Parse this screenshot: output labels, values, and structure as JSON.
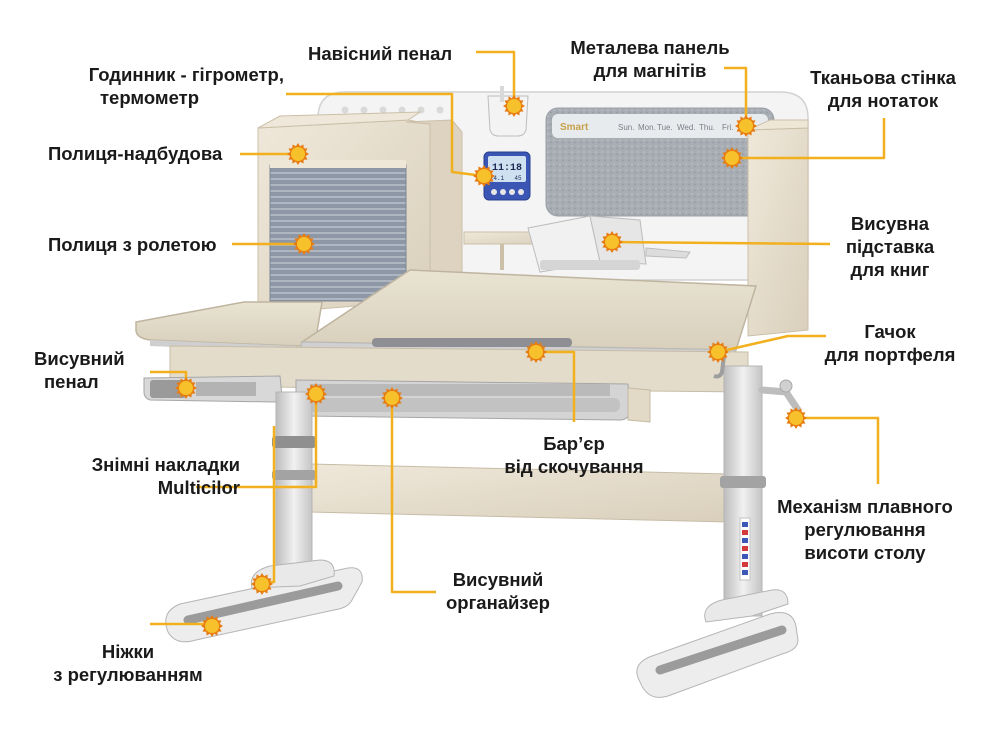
{
  "annotations": {
    "pencil_hanging": [
      "Навісний пенал"
    ],
    "magnet_panel": [
      "Металева панель",
      "для магнітів"
    ],
    "clock": [
      "Годинник - гігрометр,",
      "термометр"
    ],
    "fabric_wall": [
      "Тканьова стінка",
      "для нотаток"
    ],
    "shelf_top": [
      "Полиця-надбудова"
    ],
    "shelf_roller": [
      "Полиця з ролетою"
    ],
    "book_stand": [
      "Висувна",
      "підставка",
      "для книг"
    ],
    "bag_hook": [
      "Гачок",
      "для портфеля"
    ],
    "pencil_drawer": [
      "Висувний",
      "пенал"
    ],
    "anti_roll": [
      "Бар’єр",
      "від скочування"
    ],
    "multicolor": [
      "Знімні накладки",
      "Multicilor"
    ],
    "height_mech": [
      "Механізм плавного",
      "регулювання",
      "висоти столу"
    ],
    "organizer": [
      "Висувний",
      "органайзер"
    ],
    "legs": [
      "Ніжки",
      "з регулюванням"
    ]
  },
  "colors": {
    "callout": "#f2b01e",
    "marker_fill": "#f7c12b",
    "marker_edge": "#e77d10",
    "desk_wood": "#e5dccb",
    "metal": "#cfcfcf",
    "fabric": "#a9aeb5"
  },
  "clock_display": {
    "time": "11:18",
    "temp": "24.1",
    "humidity": "45"
  },
  "calendar_days": [
    "Sun.",
    "Mon.",
    "Tue.",
    "Wed.",
    "Thu.",
    "Fri."
  ]
}
